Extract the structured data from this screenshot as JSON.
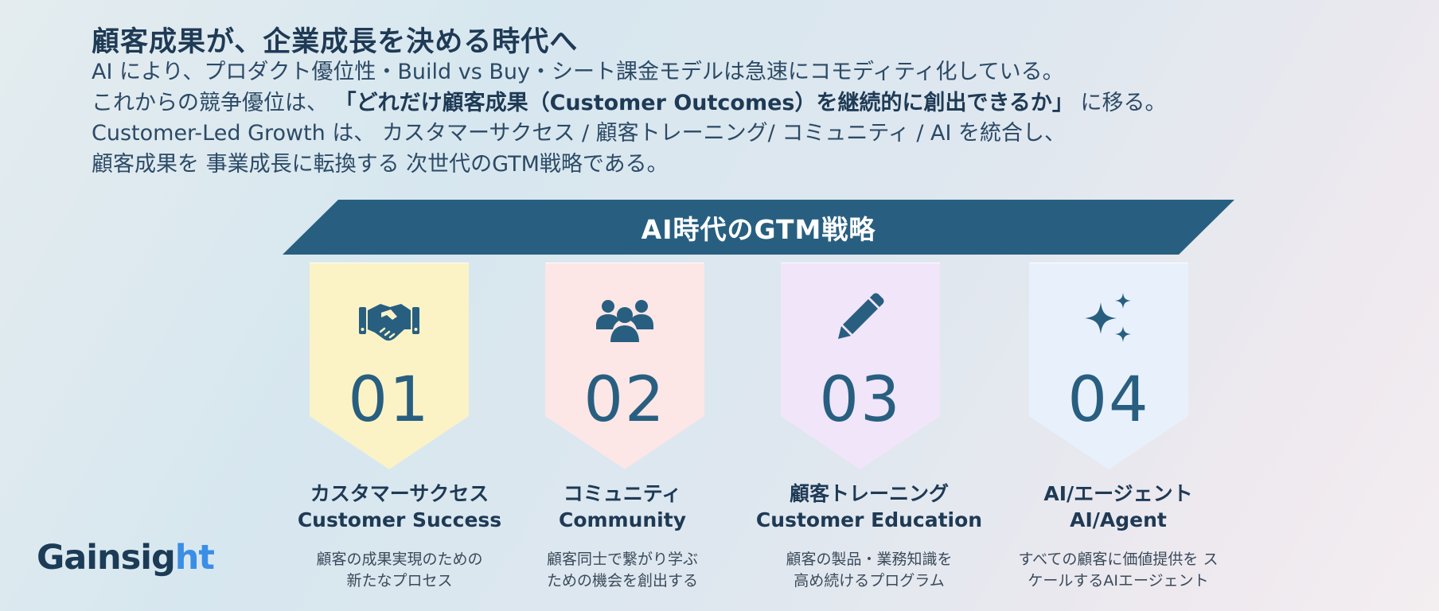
{
  "header": {
    "title": "顧客成果が、企業成長を決める時代へ",
    "line1": "AI により、プロダクト優位性・Build vs Buy・シート課金モデルは急速にコモディティ化している。",
    "line2_pre": "これからの競争優位は、",
    "line2_strong": "「どれだけ顧客成果（Customer Outcomes）を継続的に創出できるか」",
    "line2_post": "に移る。",
    "line3": "Customer-Led Growth は、 カスタマーサクセス / 顧客トレーニング/ コミュニティ / AI を統合し、",
    "line4": " 顧客成果を 事業成長に転換する 次世代のGTM戦略である。"
  },
  "banner": {
    "title": "AI時代のGTM戦略"
  },
  "cards": [
    {
      "number": "01",
      "icon": "handshake-icon",
      "color": "#fbf3c6",
      "title_jp": "カスタマーサクセス",
      "title_en": "Customer Success",
      "desc1": "顧客の成果実現のための",
      "desc2": "新たなプロセス"
    },
    {
      "number": "02",
      "icon": "people-icon",
      "color": "#fce6e6",
      "title_jp": "コミュニティ",
      "title_en": "Community",
      "desc1": "顧客同士で繋がり学ぶ",
      "desc2": "ための機会を創出する"
    },
    {
      "number": "03",
      "icon": "pencil-icon",
      "color": "#f1e5fa",
      "title_jp": "顧客トレーニング",
      "title_en": "Customer Education",
      "desc1": "顧客の製品・業務知識を",
      "desc2": "高め続けるプログラム"
    },
    {
      "number": "04",
      "icon": "sparkle-icon",
      "color": "#e8f1fb",
      "title_jp": "AI/エージェント",
      "title_en": "AI/Agent",
      "desc1": "すべての顧客に価値提供を ス",
      "desc2": "ケールするAIエージェント"
    }
  ],
  "logo": {
    "text_main": "Gainsig",
    "text_accent": "ht"
  },
  "colors": {
    "primary": "#285f80",
    "heading": "#1e3a55",
    "logo_accent": "#3a8ee6"
  }
}
